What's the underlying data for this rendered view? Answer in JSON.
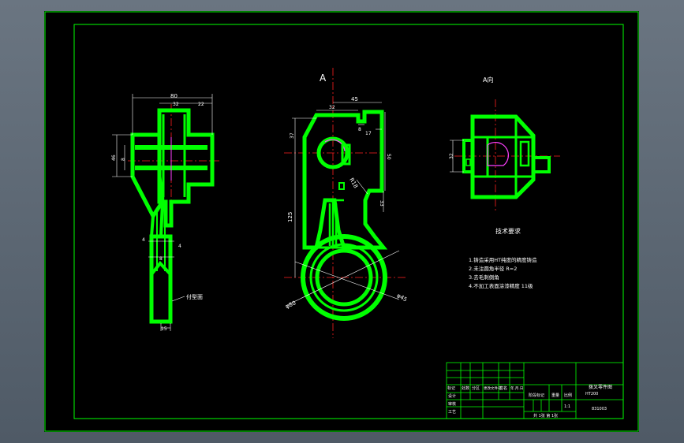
{
  "colors": {
    "background": "#000000",
    "outline": "#00ff00",
    "dimension": "#ffffff",
    "center_line": "#ff2020",
    "highlight": "#ff40ff",
    "border": "#00ff00"
  },
  "views": {
    "front_label": "A",
    "side_label": "A向"
  },
  "dimensions": {
    "left": {
      "overall_width": "80",
      "bore_width": "32",
      "right_width": "22",
      "height": "46",
      "inner": "8",
      "slot_left": "4",
      "slot_right": "4",
      "slot_mid": "8",
      "bottom_width": "15",
      "note": "付型面"
    },
    "center": {
      "top_width": "45",
      "bore_offset": "32",
      "slot": "8",
      "right_height": "50",
      "top_height": "37",
      "mid_height": "125",
      "lower_right": "33",
      "small_right": "17",
      "radius": "R18",
      "left_dia": "φ80",
      "right_dia": "φ45"
    },
    "right": {
      "height": "32"
    }
  },
  "requirements": {
    "title": "技术要求",
    "items": [
      "1.铸造采用HT纯度的精度铸造",
      "2.未注圆角半径 R=2",
      "3.去毛刺倒角",
      "4.不加工表面涂漆精度 11级"
    ]
  },
  "title_block": {
    "grid_labels": [
      "标记",
      "处数",
      "分区",
      "更改文件号",
      "签名",
      "年.月.日"
    ],
    "row_labels": [
      "设计",
      "审核",
      "工艺"
    ],
    "stage_label": "阶段标记",
    "weight_label": "重量",
    "scale_label": "比例",
    "scale_value": "1:1",
    "sheet_info": "共 1张 第 1张",
    "part_name": "拨叉零件图",
    "material": "HT200",
    "code": "831003"
  }
}
